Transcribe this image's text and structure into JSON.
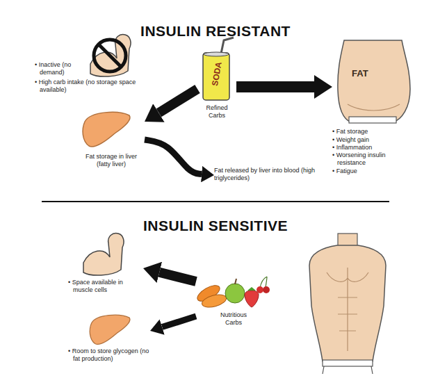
{
  "diagram": {
    "title": "INSULIN RESISTANT",
    "nodes": [
      {
        "text": [
          "SODA",
          "Refined Carbs"
        ]
      },
      {
        "text": [
          "FAT",
          "• Fat storage",
          "• Weight gain",
          "• Inflammation",
          "• Worsening insulin resistance",
          "• Fatigue"
        ]
      },
      {
        "text": [
          "Fat storage in liver (fatty liver)"
        ]
      },
      {
        "text": [
          "Fat released by liver into blood (high triglycerides)"
        ]
      },
      {
        "text": [
          "Nutritious Carbs"
        ]
      },
      {
        "text": [
          "• Space available in muscle cells"
        ]
      },
      {
        "text": [
          "• Room to store glycogen (no fat production)"
        ]
      }
    ],
    "edges": [
      {
        "from": 0,
        "to": 1,
        "arrow": "to"
      },
      {
        "from": 0,
        "to": 2,
        "arrow": "to"
      },
      {
        "from": 2,
        "to": 3,
        "arrow": "to"
      },
      {
        "from": 4,
        "to": 5,
        "arrow": "to"
      },
      {
        "from": 4,
        "to": 6,
        "arrow": "to"
      }
    ],
    "labels": [
      "• Inactive (no demand)",
      "• High carb intake (no storage space available)",
      "INSULIN SENSITIVE"
    ]
  }
}
